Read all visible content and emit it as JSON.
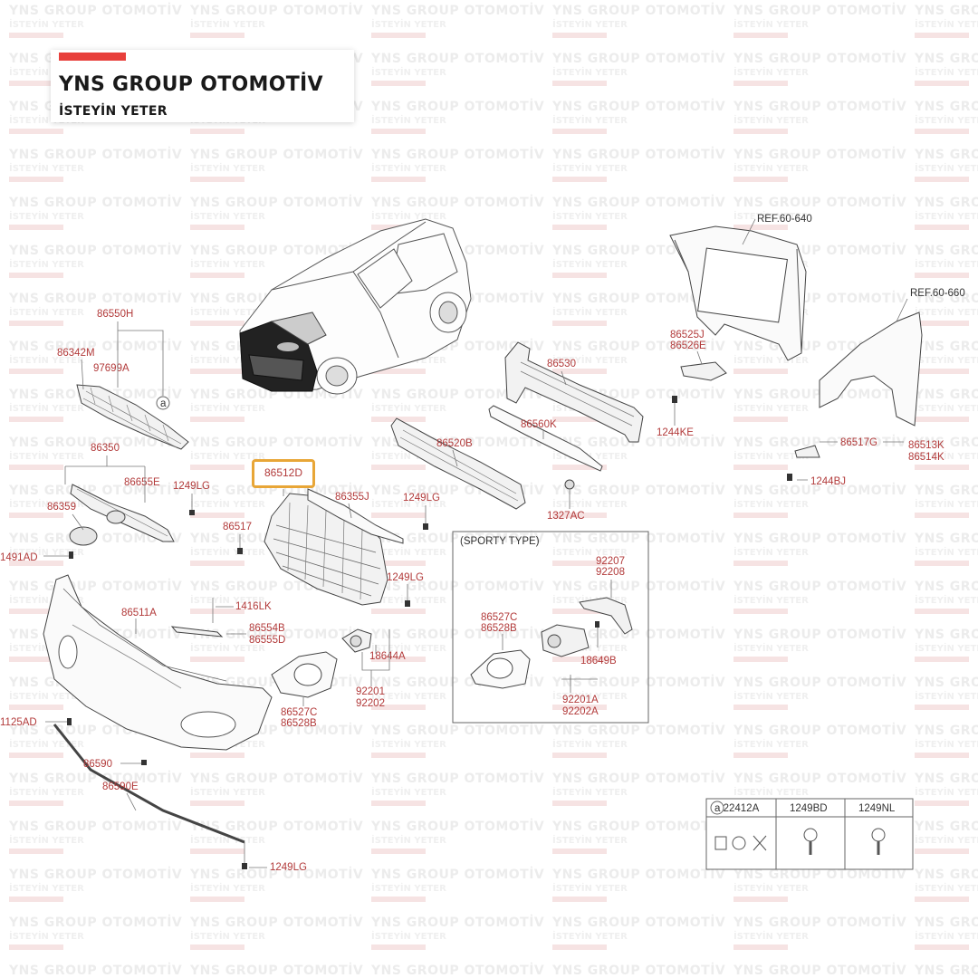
{
  "brand": {
    "name": "YNS GROUP OTOMOTİV",
    "tagline": "İSTEYİN YETER",
    "accent": "#e8403c"
  },
  "watermark": {
    "line1": "YNS GROUP OTOMOTİV",
    "line2": "İSTEYİN YETER"
  },
  "highlight": {
    "part": "86512D",
    "color": "#e8a637"
  },
  "parts": {
    "p86550H": "86550H",
    "p86342M": "86342M",
    "p97699A": "97699A",
    "circle_a": "a",
    "p86350": "86350",
    "p86655E": "86655E",
    "p1249LG_1": "1249LG",
    "p86359": "86359",
    "p1491AD": "1491AD",
    "p86355J": "86355J",
    "p1249LG_2": "1249LG",
    "p86517": "86517",
    "p1249LG_3": "1249LG",
    "p1416LK": "1416LK",
    "p86511A": "86511A",
    "p86554B": "86554B",
    "p86555D": "86555D",
    "p18644A": "18644A",
    "p86527C": "86527C",
    "p86528B": "86528B",
    "p92201": "92201",
    "p92202": "92202",
    "p1125AD": "1125AD",
    "p86590": "86590",
    "p86590E": "86590E",
    "p1249LG_4": "1249LG",
    "p86520B": "86520B",
    "p86530": "86530",
    "p86560K": "86560K",
    "p1327AC": "1327AC",
    "ref1": "REF.60-640",
    "ref2": "REF.60-660",
    "p86525J": "86525J",
    "p86526E": "86526E",
    "p1244KE": "1244KE",
    "p86517G": "86517G",
    "p86513K": "86513K",
    "p86514K": "86514K",
    "p1244BJ": "1244BJ",
    "sporty": "(SPORTY TYPE)",
    "p92207": "92207",
    "p92208": "92208",
    "p86527C_s": "86527C",
    "p86528B_s": "86528B",
    "p18649B": "18649B",
    "p92201A": "92201A",
    "p92202A": "92202A"
  },
  "fastener_table": {
    "headers": [
      "a  22412A",
      "1249BD",
      "1249NL"
    ]
  }
}
